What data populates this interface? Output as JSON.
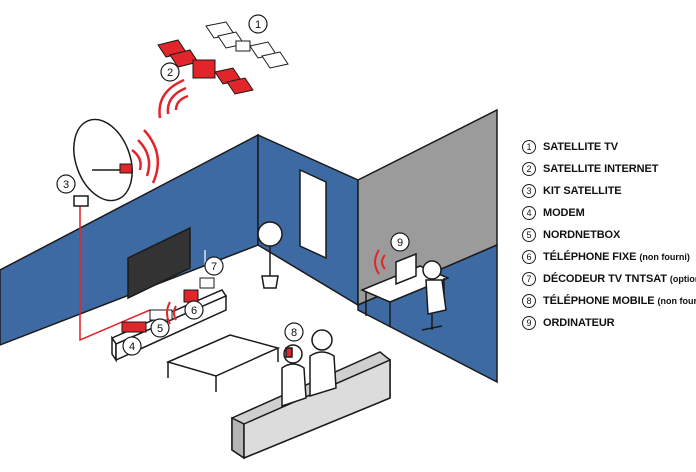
{
  "legend": [
    {
      "num": "1",
      "label": "SATELLITE TV",
      "note": ""
    },
    {
      "num": "2",
      "label": "SATELLITE INTERNET",
      "note": ""
    },
    {
      "num": "3",
      "label": "KIT SATELLITE",
      "note": ""
    },
    {
      "num": "4",
      "label": "MODEM",
      "note": ""
    },
    {
      "num": "5",
      "label": "NORDNETBOX",
      "note": ""
    },
    {
      "num": "6",
      "label": "TÉLÉPHONE FIXE",
      "note": "(non fourni)"
    },
    {
      "num": "7",
      "label": "DÉCODEUR TV TNTSAT",
      "note": "(option)"
    },
    {
      "num": "8",
      "label": "TÉLÉPHONE MOBILE",
      "note": "(non fourni)"
    },
    {
      "num": "9",
      "label": "ORDINATEUR",
      "note": ""
    }
  ],
  "markers": [
    "1",
    "2",
    "3",
    "4",
    "5",
    "6",
    "7",
    "8",
    "9"
  ],
  "colors": {
    "wall_blue": "#3e6aa3",
    "wall_grey": "#9b9b9b",
    "accent_red": "#e2242b",
    "outline": "#1a1a1a"
  },
  "icons": {
    "satellite_tv": "satellite-icon",
    "satellite_internet": "satellite-icon",
    "dish": "satellite-dish-icon",
    "signal": "signal-waves-icon"
  }
}
